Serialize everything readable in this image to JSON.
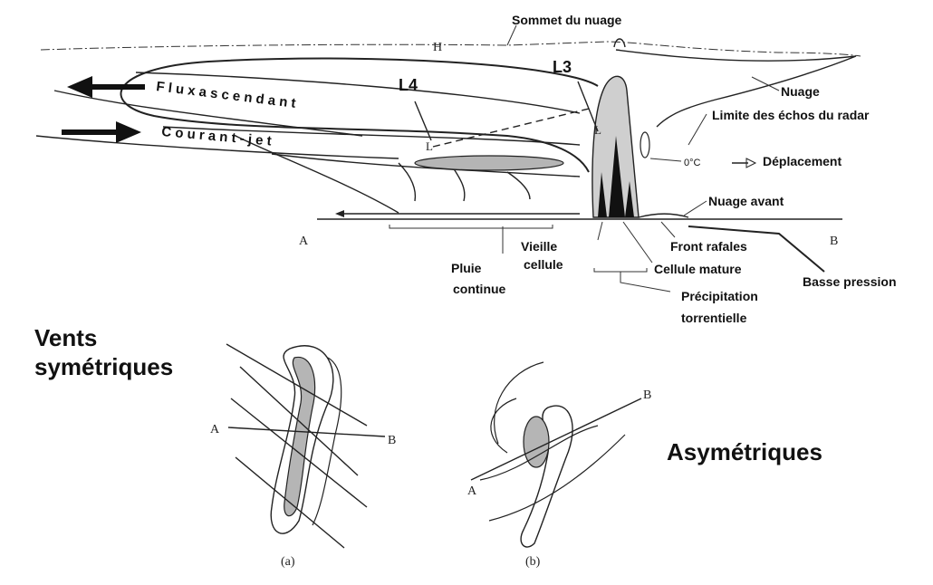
{
  "labels": {
    "sommet": "Sommet du nuage",
    "h": "H",
    "l3": "L3",
    "l4": "L4",
    "l_small_1": "L",
    "l_small_2": "L",
    "nuage": "Nuage",
    "limite": "Limite des échos du radar",
    "zero": "0°C",
    "deplacement": "Déplacement",
    "nuage_avant": "Nuage avant",
    "a_top": "A",
    "b_top": "B",
    "front": "Front rafales",
    "basse": "Basse pression",
    "vieille": "Vieille\ncellule",
    "mature": "Cellule mature",
    "pluie": "Pluie\ncontinue",
    "precip": "Précipitation\ntorrentielle",
    "flux": "F l u x   a s c e n d a n t",
    "courant": "C o u r a n t - j e t",
    "vents": "Vents\nsymétriques",
    "asym": "Asymétriques",
    "a_left": "A",
    "b_left": "B",
    "a_right": "A",
    "b_right": "B",
    "sub_a": "(a)",
    "sub_b": "(b)"
  },
  "colors": {
    "ink": "#111111",
    "shade": "#b5b5b5",
    "dark_cell": "#111111"
  }
}
